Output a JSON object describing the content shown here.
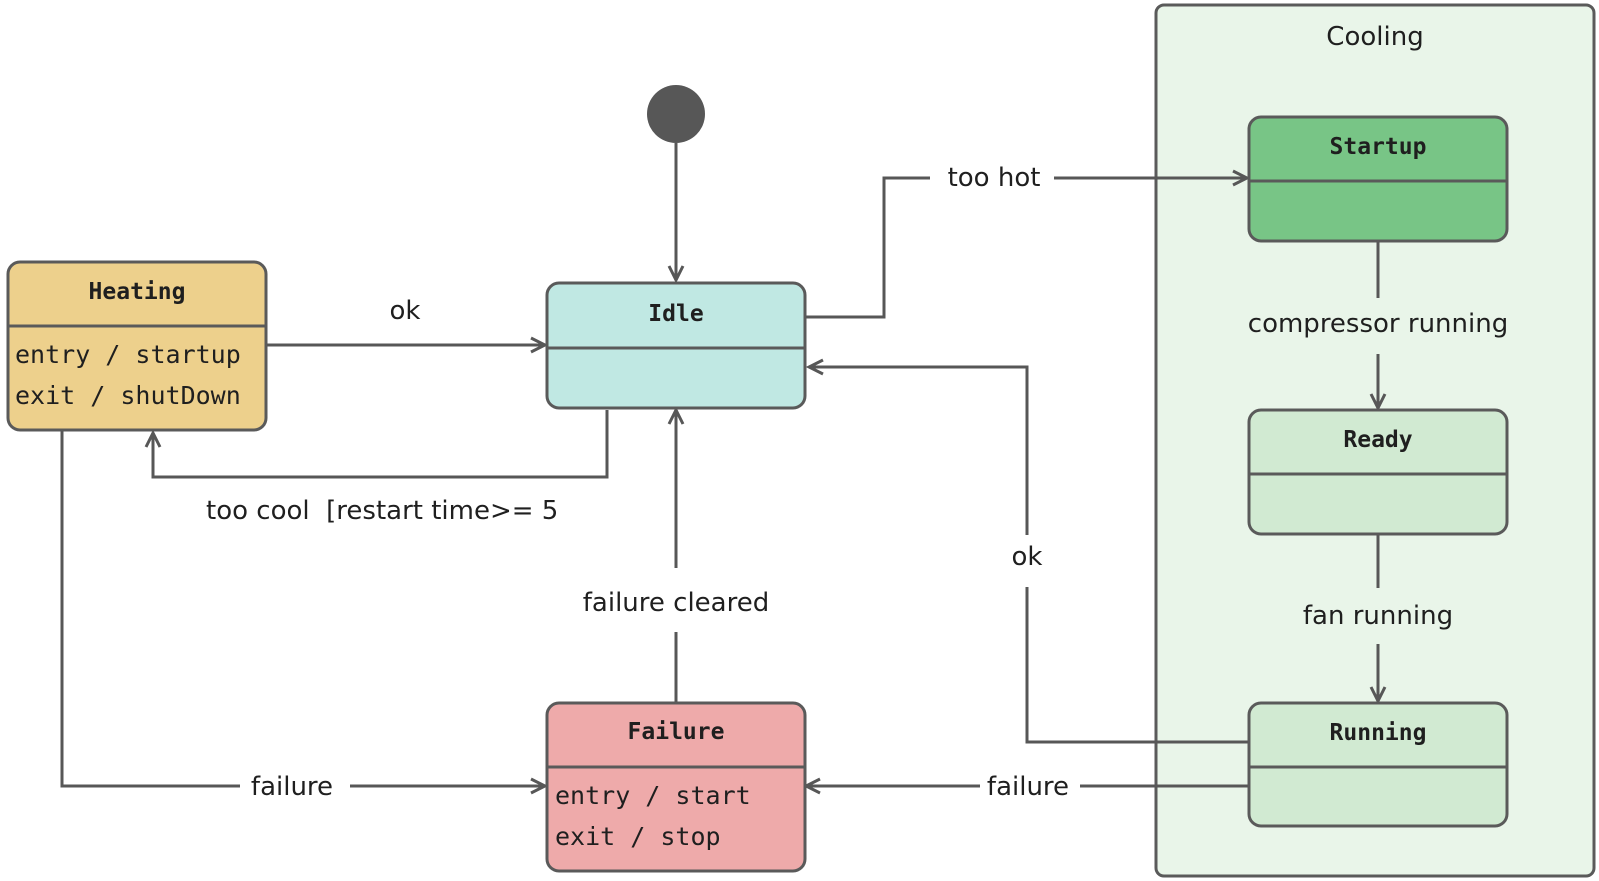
{
  "colors": {
    "heating": "#edd08c",
    "idle": "#c0e8e3",
    "failure": "#eeaaaa",
    "startup": "#78c586",
    "ready": "#d1ead2",
    "running": "#d1ead2",
    "cooling_region": "#e9f5e9",
    "edge": "#575757",
    "initial": "#575757"
  },
  "composite": {
    "cooling": {
      "title": "Cooling"
    }
  },
  "states": {
    "heating": {
      "title": "Heating",
      "actions": [
        "entry / startup",
        "exit / shutDown"
      ]
    },
    "idle": {
      "title": "Idle",
      "actions": []
    },
    "failure": {
      "title": "Failure",
      "actions": [
        "entry / start",
        "exit / stop"
      ]
    },
    "startup": {
      "title": "Startup",
      "actions": []
    },
    "ready": {
      "title": "Ready",
      "actions": []
    },
    "running": {
      "title": "Running",
      "actions": []
    }
  },
  "transitions": {
    "heating_to_idle": {
      "label": "ok"
    },
    "idle_to_heating": {
      "label": "too cool  [restart time>= 5"
    },
    "idle_to_startup": {
      "label": "too hot"
    },
    "startup_to_ready": {
      "label": "compressor running"
    },
    "ready_to_running": {
      "label": "fan running"
    },
    "running_to_idle": {
      "label": "ok"
    },
    "running_to_failure": {
      "label": "failure"
    },
    "heating_to_failure": {
      "label": "failure"
    },
    "failure_to_idle": {
      "label": "failure cleared"
    }
  }
}
